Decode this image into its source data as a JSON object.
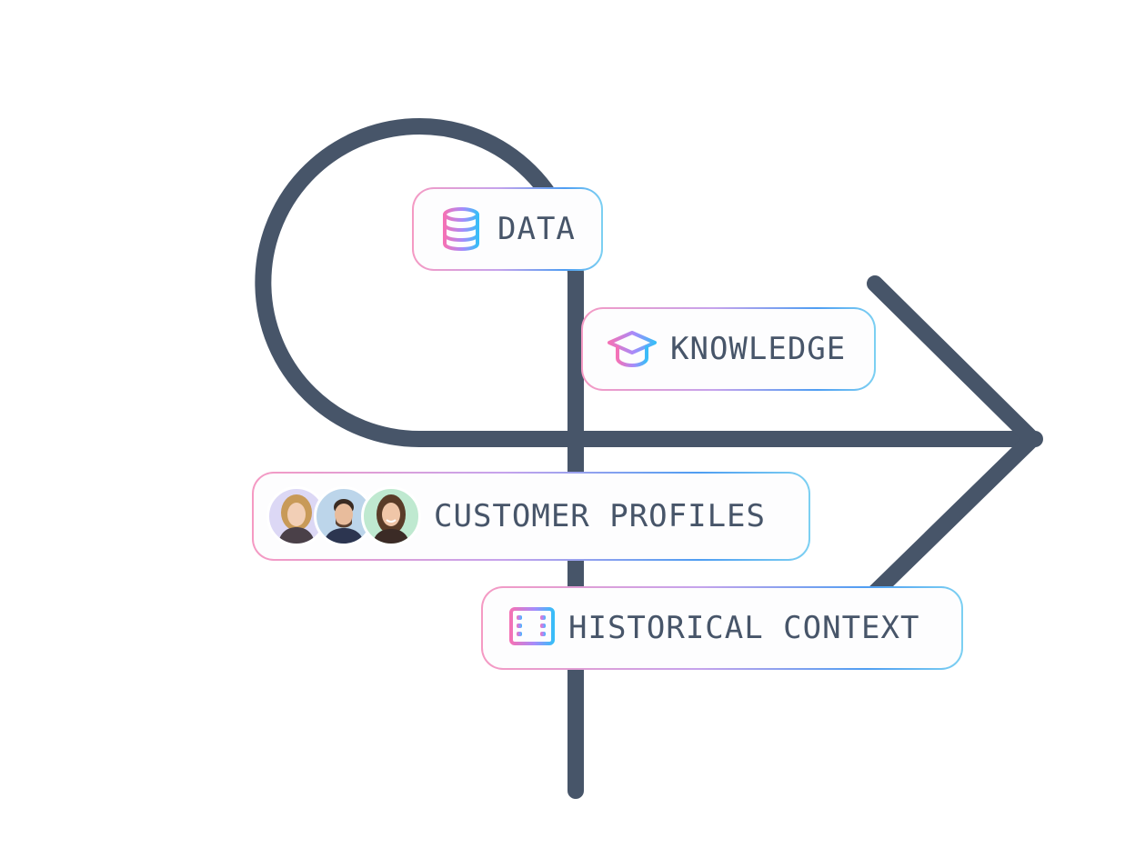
{
  "colors": {
    "line": "#475569",
    "text": "#475569",
    "gradient_pink": "#f472b6",
    "gradient_purple": "#a78bfa",
    "gradient_blue": "#38bdf8"
  },
  "items": {
    "data": {
      "label": "DATA",
      "icon": "database-icon"
    },
    "knowledge": {
      "label": "KNOWLEDGE",
      "icon": "graduation-cap-icon"
    },
    "customer_profiles": {
      "label": "CUSTOMER PROFILES",
      "icon": "avatars"
    },
    "historical_context": {
      "label": "HISTORICAL CONTEXT",
      "icon": "open-book-icon"
    }
  }
}
